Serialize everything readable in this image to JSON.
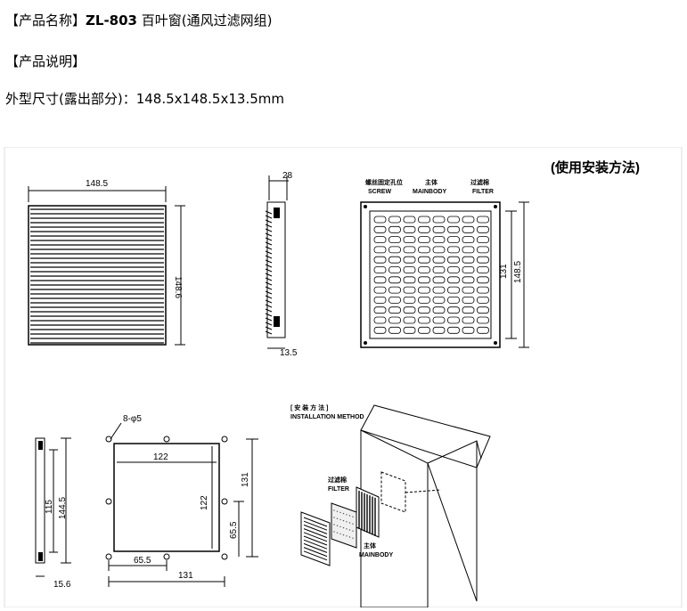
{
  "product": {
    "name_label": "【产品名称】",
    "model": "ZL-803",
    "name_rest": " 百叶窗(通风过滤网组)",
    "desc_label": "【产品说明】",
    "size_label": "外型尺寸(露出部分)：",
    "size_value": "148.5x148.5x13.5mm"
  },
  "drawing": {
    "install_title": "(使用安装方法)",
    "front_width": "148.5",
    "front_height": "148.6",
    "side_top": "28",
    "side_bottom": "13.5",
    "label_screw_cn": "螺丝固定孔位",
    "label_screw": "SCREW",
    "label_main_cn": "主体",
    "label_main": "MAINBODY",
    "label_filter_cn": "过滤棉",
    "label_filter": "FILTER",
    "back_inner": "131",
    "back_outer": "148.5",
    "side2_inner": "115",
    "side2_outer": "144.5",
    "side2_bottom": "15.6",
    "hole_label": "8-φ5",
    "cutout_w": "122",
    "cutout_h": "122",
    "hole_span_v": "131",
    "hole_half_v": "65.5",
    "hole_half_h": "65.5",
    "hole_span_h": "131",
    "method_cn": "[ 安 装 方 法 ]",
    "method_en": "INSTALLATION METHOD",
    "iso_filter_cn": "过滤棉",
    "iso_filter": "FILTER",
    "iso_main_cn": "主体",
    "iso_main": "MAINBODY"
  }
}
